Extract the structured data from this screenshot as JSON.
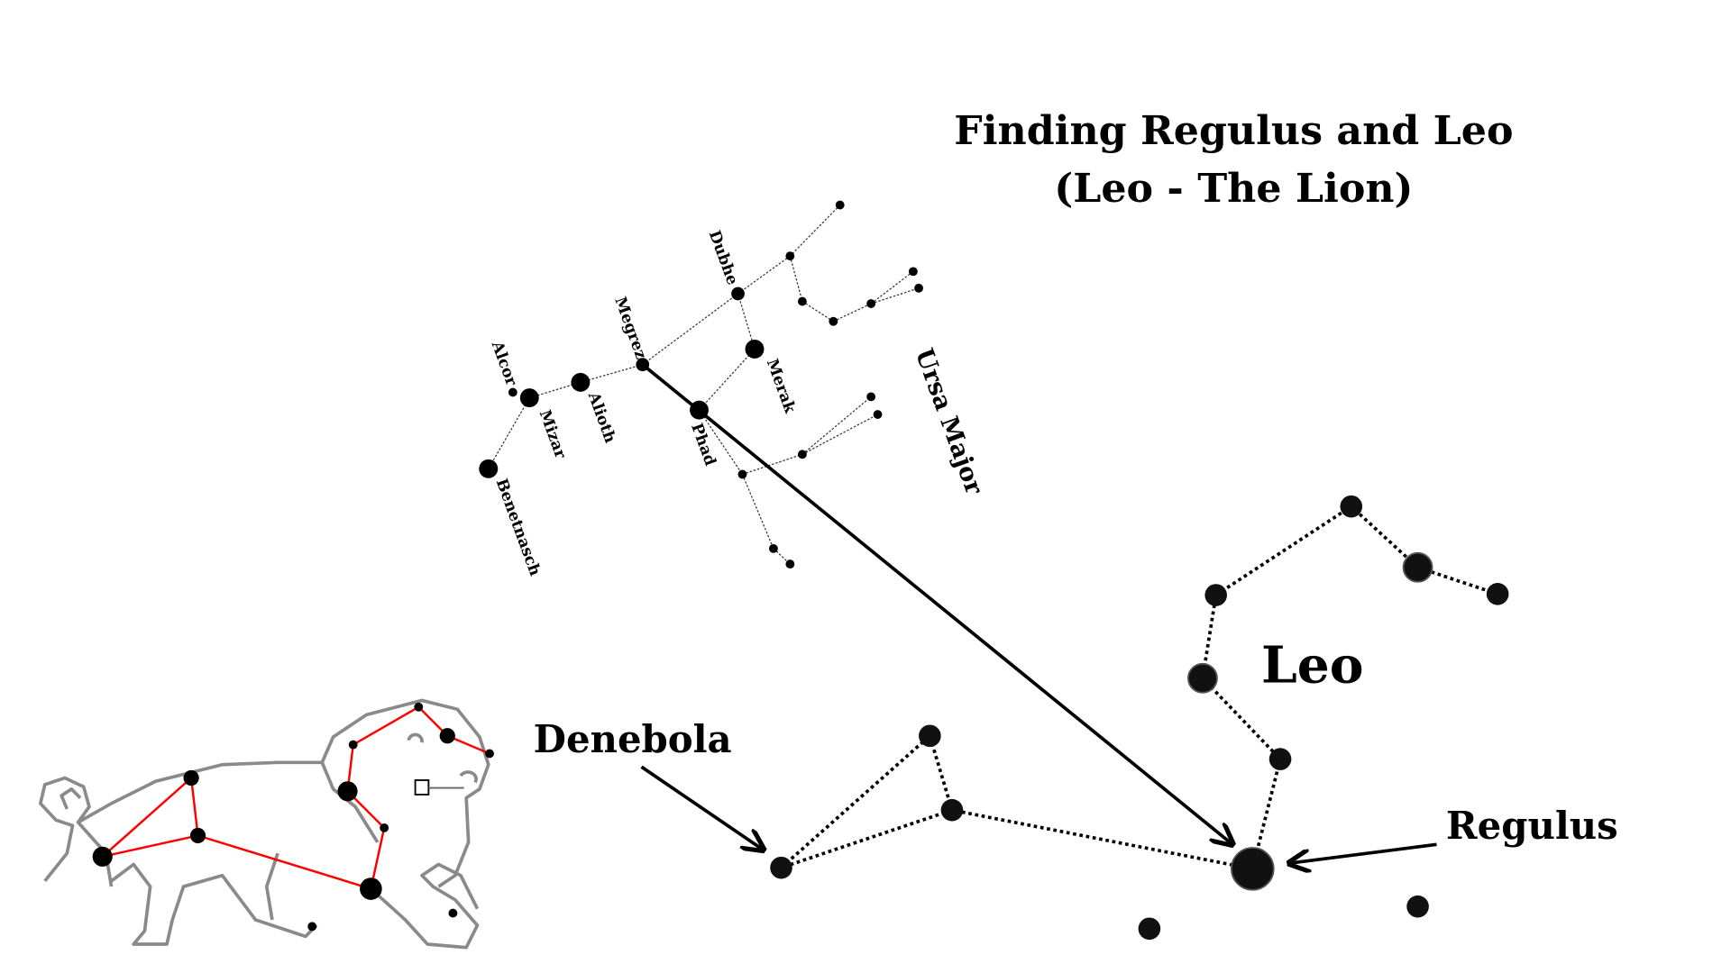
{
  "title": {
    "line1": "Finding Regulus and Leo",
    "line2": "(Leo - The Lion)"
  },
  "ursa_major": {
    "name": "Ursa Major",
    "stars": {
      "dubhe": "Dubhe",
      "merak": "Merak",
      "phad": "Phad",
      "megrez": "Megrez",
      "alioth": "Alioth",
      "mizar": "Mizar",
      "alcor": "Alcor",
      "benetnasch": "Benetnasch"
    }
  },
  "leo": {
    "name": "Leo",
    "regulus": "Regulus",
    "denebola": "Denebola"
  },
  "colors": {
    "ink": "#000000",
    "lion_outline": "#8a8a8a",
    "lion_lines": "#ff0000"
  }
}
